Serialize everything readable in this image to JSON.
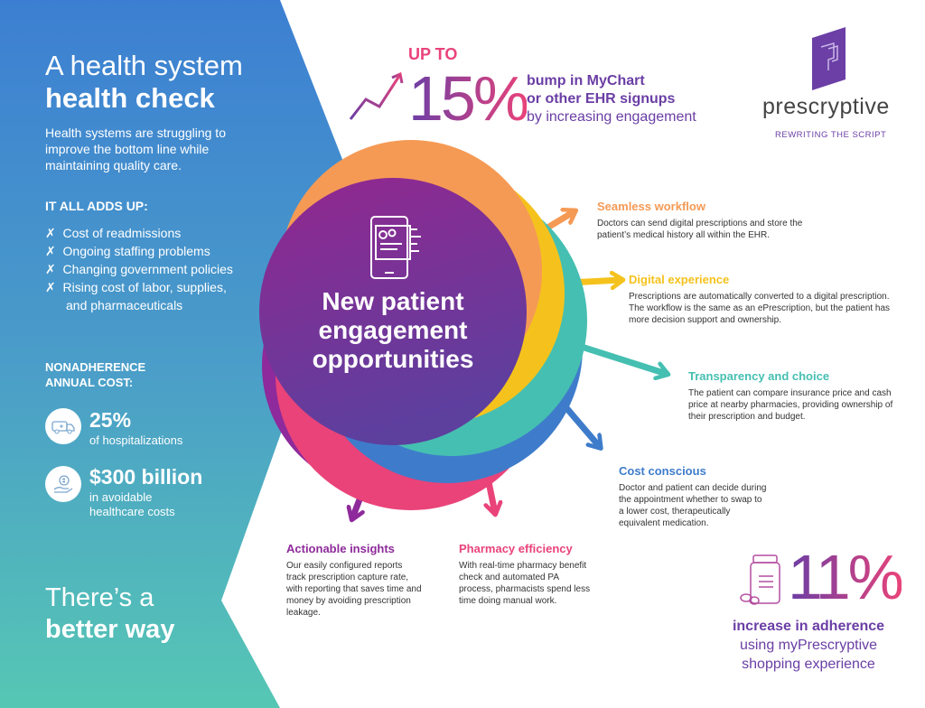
{
  "left": {
    "title_line1": "A health system",
    "title_line2": "health check",
    "intro": "Health systems are struggling to improve the bottom line while maintaining quality care.",
    "adds_up_heading": "IT ALL ADDS UP:",
    "adds_up_items": [
      "Cost of readmissions",
      "Ongoing staffing problems",
      "Changing government policies",
      "Rising cost of labor, supplies,"
    ],
    "adds_up_item_cont": "and pharmaceuticals",
    "cross_mark": "✗",
    "nonadherence_heading_1": "NONADHERENCE",
    "nonadherence_heading_2": "ANNUAL COST:",
    "stat1_value": "25%",
    "stat1_label": "of hospitalizations",
    "stat2_value": "$300 billion",
    "stat2_label_1": "in avoidable",
    "stat2_label_2": "healthcare costs",
    "better_1": "There’s a",
    "better_2": "better way"
  },
  "top_stat": {
    "up_to": "UP TO",
    "value": "15%",
    "line1": "bump in MyChart",
    "line2": "or other EHR signups",
    "line3": "by increasing engagement"
  },
  "brand": {
    "name": "prescryptive",
    "tagline": "REWRITING THE SCRIPT"
  },
  "center": {
    "line1": "New patient",
    "line2": "engagement",
    "line3": "opportunities"
  },
  "features": [
    {
      "title": "Seamless workflow",
      "text": "Doctors can send digital prescriptions and store the patient’s medical history all within the EHR.",
      "color": "#f59a55"
    },
    {
      "title": "Digital experience",
      "text": "Prescriptions are automatically converted to a digital prescription. The workflow is the same as an ePrescription, but the patient has more decision support and ownership.",
      "color": "#f5c21d"
    },
    {
      "title": "Transparency and choice",
      "text": "The patient can compare insurance price and cash price at nearby pharmacies, providing ownership of their prescription and budget.",
      "color": "#45bfb1"
    },
    {
      "title": "Cost conscious",
      "text": "Doctor and patient can decide during the appointment whether to swap to a lower cost, therapeutically equivalent medication.",
      "color": "#3e7ccb"
    },
    {
      "title": "Pharmacy efficiency",
      "text": "With real-time pharmacy benefit check and automated PA process, pharmacists spend less time doing manual work.",
      "color": "#e9437a"
    },
    {
      "title": "Actionable insights",
      "text": "Our easily configured reports track prescription capture rate, with reporting that saves time and money by avoiding prescription leakage.",
      "color": "#8e2a9b"
    }
  ],
  "bottom_stat": {
    "value": "11%",
    "line1": "increase in adherence",
    "line2": "using myPrescryptive",
    "line3": "shopping experience"
  }
}
